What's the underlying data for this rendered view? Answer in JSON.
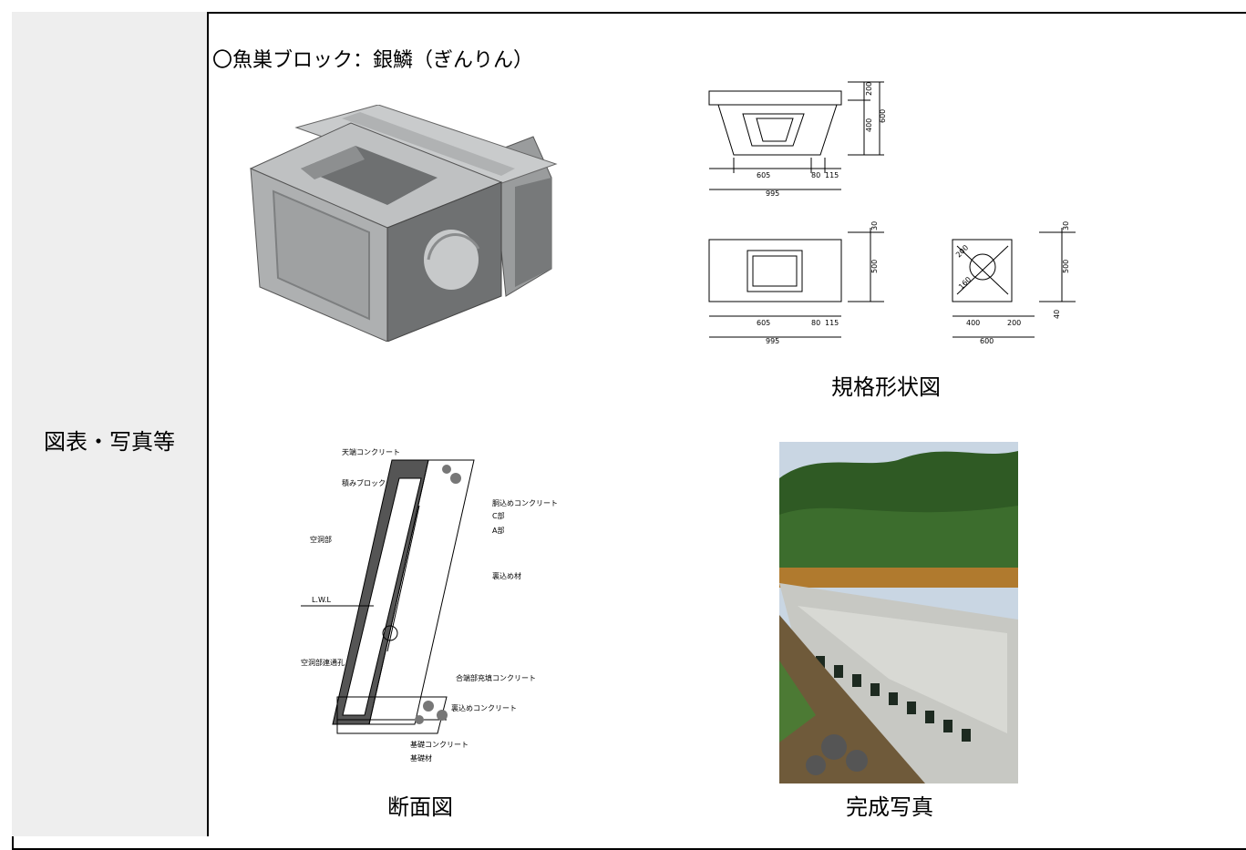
{
  "table": {
    "row_label": "図表・写真等",
    "heading": "〇魚巣ブロック：銀鱗（ぎんりん）"
  },
  "figures": {
    "block_image": {
      "icon": "fish-nest-block-3d-render"
    },
    "spec_drawing": {
      "caption": "規格形状図",
      "side_view": {
        "width_total": "995",
        "width_main": "605",
        "width_a": "80",
        "width_b": "115",
        "height_top": "200",
        "height_bottom": "400",
        "height_total": "600"
      },
      "front_view": {
        "width_total": "995",
        "width_main": "605",
        "width_a": "80",
        "width_b": "115",
        "height_top": "30",
        "height": "500"
      },
      "end_view": {
        "width_total": "600",
        "width_a": "400",
        "width_b": "200",
        "height_top": "30",
        "height": "500",
        "height_bottom": "40",
        "diagonal_a": "200",
        "diagonal_b": "160"
      }
    },
    "section_drawing": {
      "caption": "断面図",
      "labels": [
        "天端コンクリート",
        "積みブロック",
        "胴込めコンクリート",
        "C部",
        "A部",
        "裏込め材",
        "空洞部",
        "L.W.L",
        "空洞部連通孔",
        "合端部充填コンクリート",
        "裏込めコンクリート",
        "基礎コンクリート",
        "基礎材"
      ]
    },
    "photo": {
      "caption": "完成写真",
      "icon": "completed-riverbank-photo"
    }
  }
}
